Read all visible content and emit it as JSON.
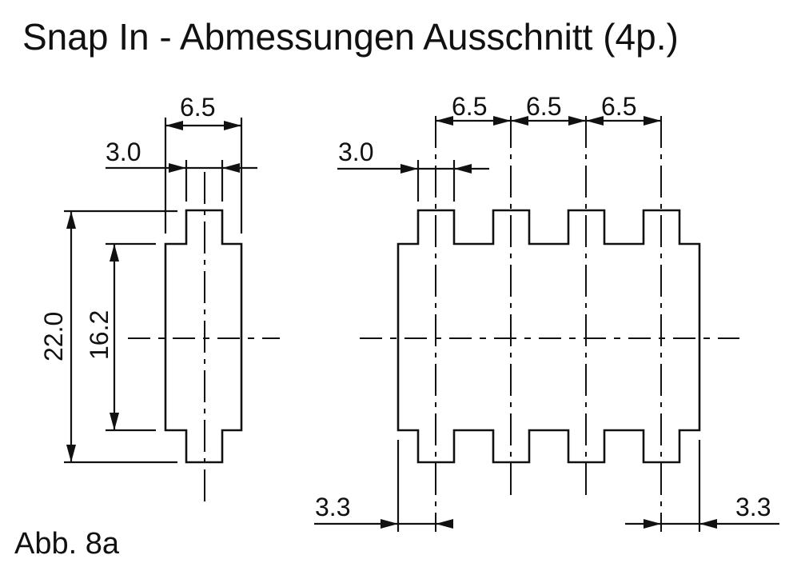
{
  "title": "Snap In - Abmessungen Ausschnitt (4p.)",
  "caption": "Abb. 8a",
  "colors": {
    "line": "#111111",
    "background": "#ffffff"
  },
  "left_view": {
    "name": "single-cutout",
    "dimensions": {
      "pitch_width": "6.5",
      "tab_width": "3.0",
      "overall_height": "22.0",
      "body_height": "16.2"
    }
  },
  "right_view": {
    "name": "four-pole-cutout",
    "dimensions": {
      "pitch_1": "6.5",
      "pitch_2": "6.5",
      "pitch_3": "6.5",
      "tab_width": "3.0",
      "edge_left": "3.3",
      "edge_right": "3.3"
    },
    "poles": 4
  }
}
